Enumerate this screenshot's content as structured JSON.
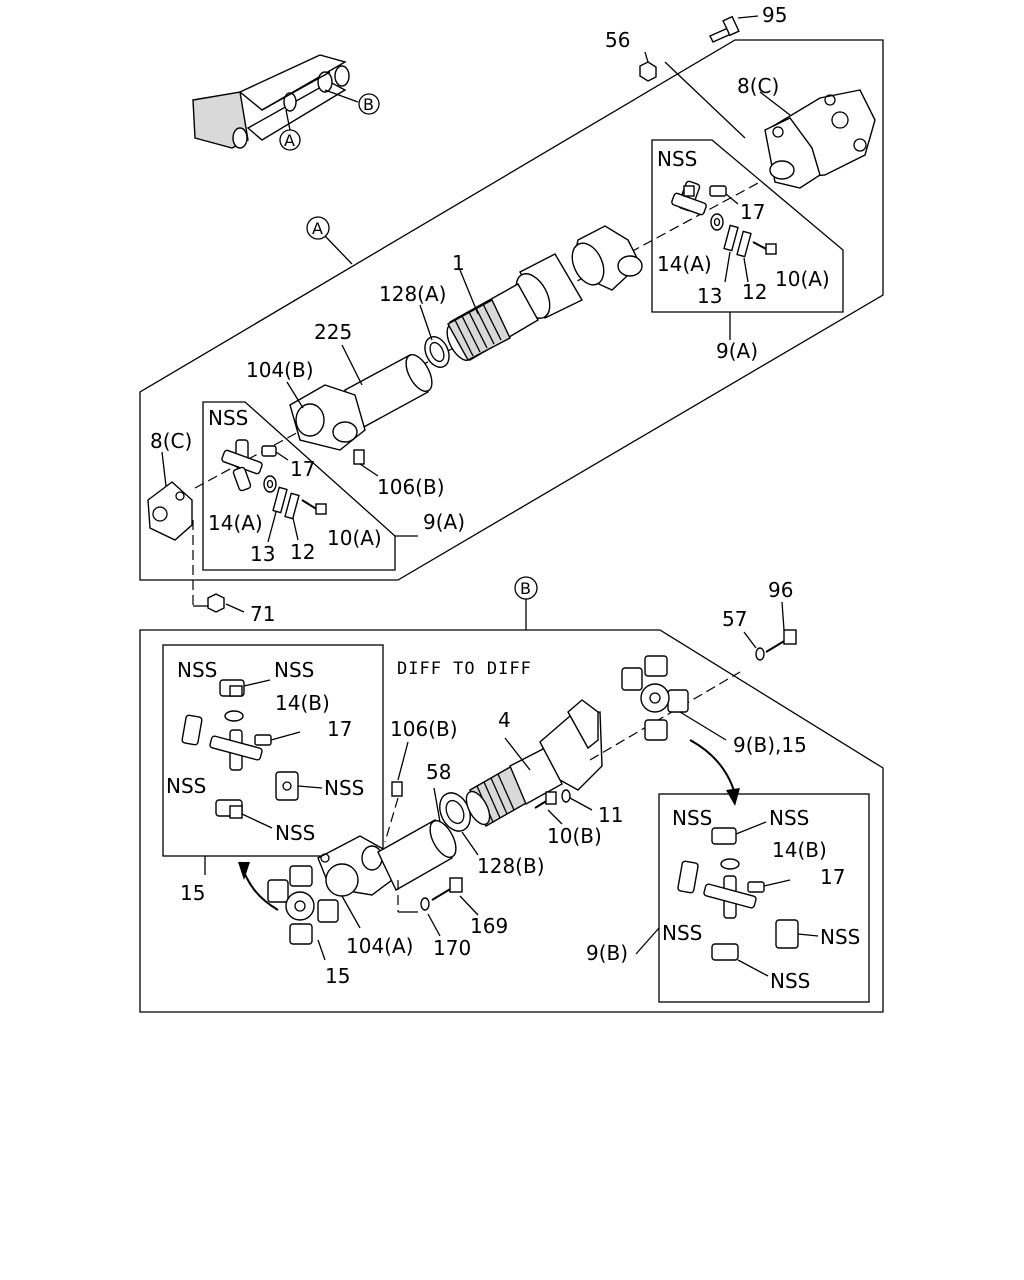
{
  "diagram": {
    "caption": "DIFF TO DIFF",
    "callouts": {
      "A": "A",
      "B": "B"
    },
    "labels": {
      "p95": "95",
      "p56": "56",
      "p8c_top": "8(C)",
      "nss_top": "NSS",
      "p17_top": "17",
      "p14a_top": "14(A)",
      "p10a_top": "10(A)",
      "p13_top": "13",
      "p12_top": "12",
      "p9a_top": "9(A)",
      "p1": "1",
      "p128a": "128(A)",
      "p225": "225",
      "p104b": "104(B)",
      "nss_left": "NSS",
      "p8c_left": "8(C)",
      "p17_left": "17",
      "p106b_top": "106(B)",
      "p14a_left": "14(A)",
      "p13_left": "13",
      "p12_left": "12",
      "p10a_left": "10(A)",
      "p9a_left": "9(A)",
      "p71": "71",
      "p96": "96",
      "p57": "57",
      "nss_b1": "NSS",
      "nss_b2": "NSS",
      "p14b_b": "14(B)",
      "p17_b": "17",
      "nss_b3": "NSS",
      "nss_b4": "NSS",
      "nss_b5": "NSS",
      "p15_box": "15",
      "p106b_b": "106(B)",
      "p4": "4",
      "p58": "58",
      "p11": "11",
      "p10b": "10(B)",
      "p128b": "128(B)",
      "p169": "169",
      "p104a": "104(A)",
      "p170": "170",
      "p15_bottom": "15",
      "p9b15": "9(B),15",
      "nss_r1": "NSS",
      "nss_r2": "NSS",
      "p14b_r": "14(B)",
      "p17_r": "17",
      "nss_r3": "NSS",
      "nss_r4": "NSS",
      "nss_r5": "NSS",
      "p9b_r": "9(B)"
    }
  }
}
